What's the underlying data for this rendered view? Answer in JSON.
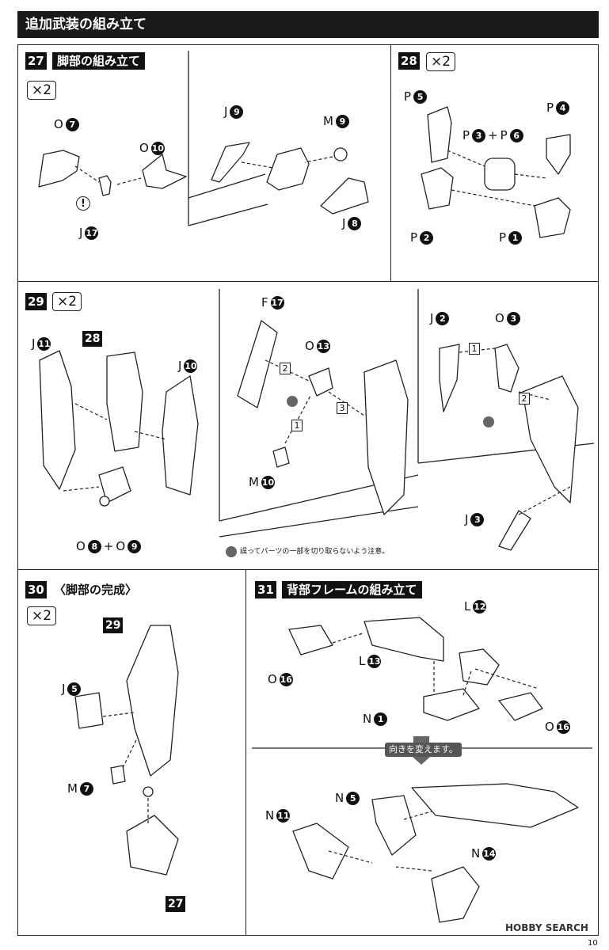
{
  "header_title": "追加武装の組み立て",
  "multiplier": "×2",
  "plus": "+",
  "steps": {
    "s27": {
      "num": "27",
      "title": "脚部の組み立て"
    },
    "s28": {
      "num": "28"
    },
    "s29": {
      "num": "29"
    },
    "s30": {
      "num": "30",
      "title": "〈脚部の完成〉"
    },
    "s31": {
      "num": "31",
      "title": "背部フレームの組み立て"
    }
  },
  "labels": {
    "O": "O",
    "J": "J",
    "M": "M",
    "P": "P",
    "F": "F",
    "L": "L",
    "N": "N"
  },
  "numbers": {
    "n1": "1",
    "n2": "2",
    "n3": "3",
    "n4": "4",
    "n5": "5",
    "n6": "6",
    "n7": "7",
    "n8": "8",
    "n9": "9",
    "n10": "10",
    "n11": "11",
    "n12": "12",
    "n13": "13",
    "n14": "14",
    "n16": "16",
    "n17": "17"
  },
  "refs": {
    "r27": "27",
    "r28": "28",
    "r29": "29"
  },
  "order_marks": {
    "o1": "1",
    "o2": "2",
    "o3": "3"
  },
  "exclamation": "!",
  "caution_note": "誤ってパーツの一部を切り取らないよう注意。",
  "turn_label": "向きを変えます。",
  "watermark": "HOBBY SEARCH",
  "page_number": "10"
}
